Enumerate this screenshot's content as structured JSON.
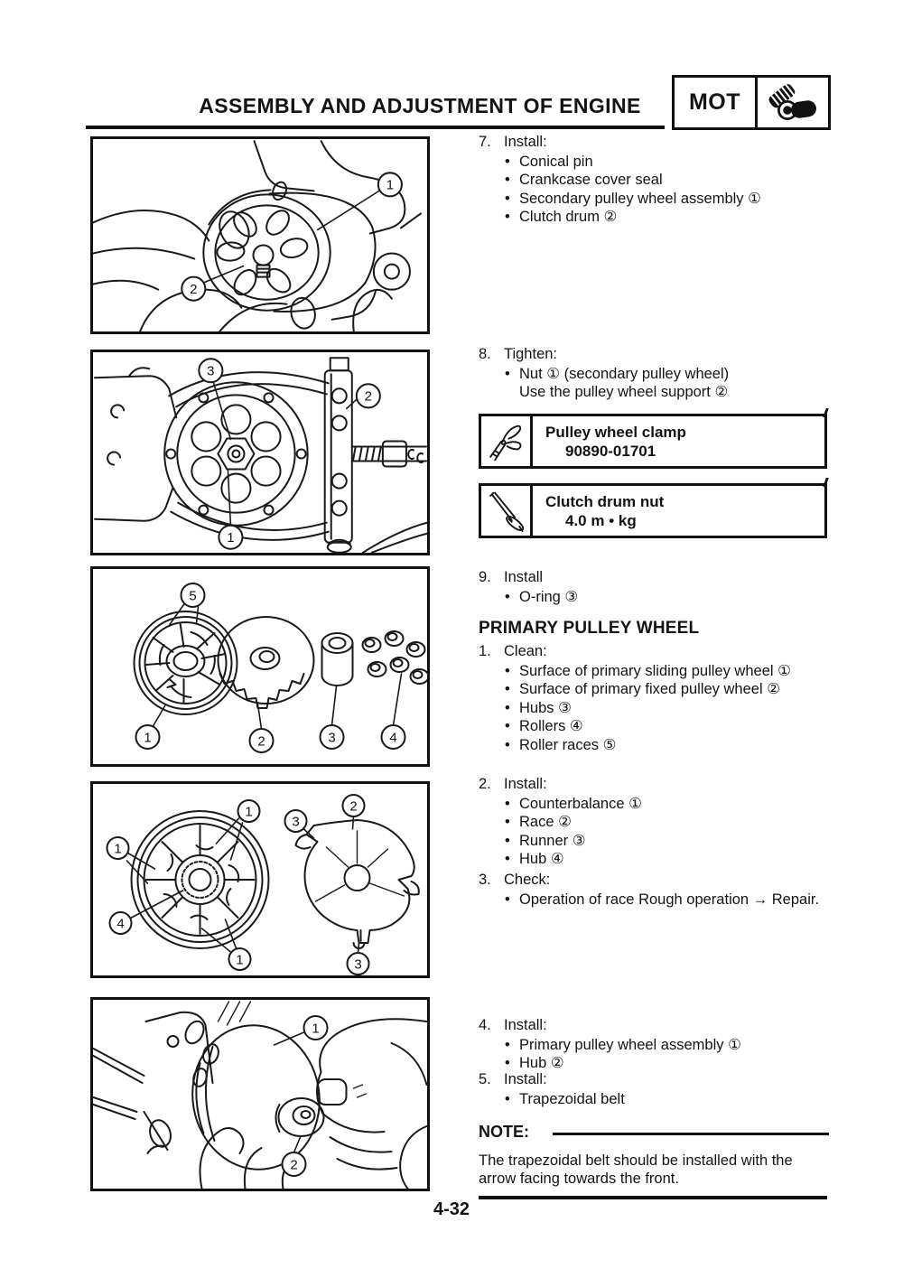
{
  "header": {
    "title": "ASSEMBLY AND ADJUSTMENT OF ENGINE",
    "tag": "MOT",
    "tag_icon": "engine-icon"
  },
  "right": {
    "step7": {
      "num": "7.",
      "verb": "Install:",
      "items": [
        "Conical pin",
        "Crankcase cover seal",
        "Secondary pulley wheel assembly ①",
        "Clutch drum ②"
      ]
    },
    "step8": {
      "num": "8.",
      "verb": "Tighten:",
      "items": [
        "Nut ① (secondary pulley wheel)"
      ],
      "cont": "Use the pulley wheel support ②"
    },
    "tools": [
      {
        "icon": "pulley-clamp-icon",
        "name": "Pulley wheel clamp",
        "spec": "90890-01701"
      },
      {
        "icon": "torque-wrench-icon",
        "name": "Clutch drum nut",
        "spec": "4.0 m • kg"
      }
    ],
    "step9": {
      "num": "9.",
      "verb": "Install",
      "items": [
        "O-ring ③"
      ]
    },
    "heading": "PRIMARY PULLEY WHEEL",
    "clean1": {
      "num": "1.",
      "verb": "Clean:",
      "items": [
        "Surface of primary sliding pulley wheel ①",
        "Surface of primary fixed pulley wheel ②",
        "Hubs ③",
        "Rollers ④",
        "Roller races ⑤"
      ]
    },
    "install2": {
      "num": "2.",
      "verb": "Install:",
      "items": [
        "Counterbalance ①",
        "Race ②",
        "Runner ③",
        "Hub ④"
      ]
    },
    "check3": {
      "num": "3.",
      "verb": "Check:",
      "items": [
        "Operation of race Rough operation → Repair."
      ]
    },
    "install4": {
      "num": "4.",
      "verb": "Install:",
      "items": [
        "Primary pulley wheel assembly ①",
        "Hub ②"
      ]
    },
    "install5": {
      "num": "5.",
      "verb": "Install:",
      "items": [
        "Trapezoidal belt"
      ]
    },
    "note": {
      "label": "NOTE:",
      "text": "The trapezoidal belt should be installed with the arrow facing towards the front."
    }
  },
  "figures": {
    "fig1": {
      "callouts": [
        "1",
        "2"
      ]
    },
    "fig2": {
      "callouts": [
        "3",
        "2",
        "1"
      ]
    },
    "fig3": {
      "callouts": [
        "5",
        "1",
        "2",
        "3",
        "4"
      ]
    },
    "fig4": {
      "callouts": [
        "1",
        "1",
        "1",
        "4",
        "2",
        "3",
        "3"
      ]
    },
    "fig5": {
      "callouts": [
        "1",
        "2"
      ]
    }
  },
  "footer": {
    "page_number": "4-32"
  }
}
